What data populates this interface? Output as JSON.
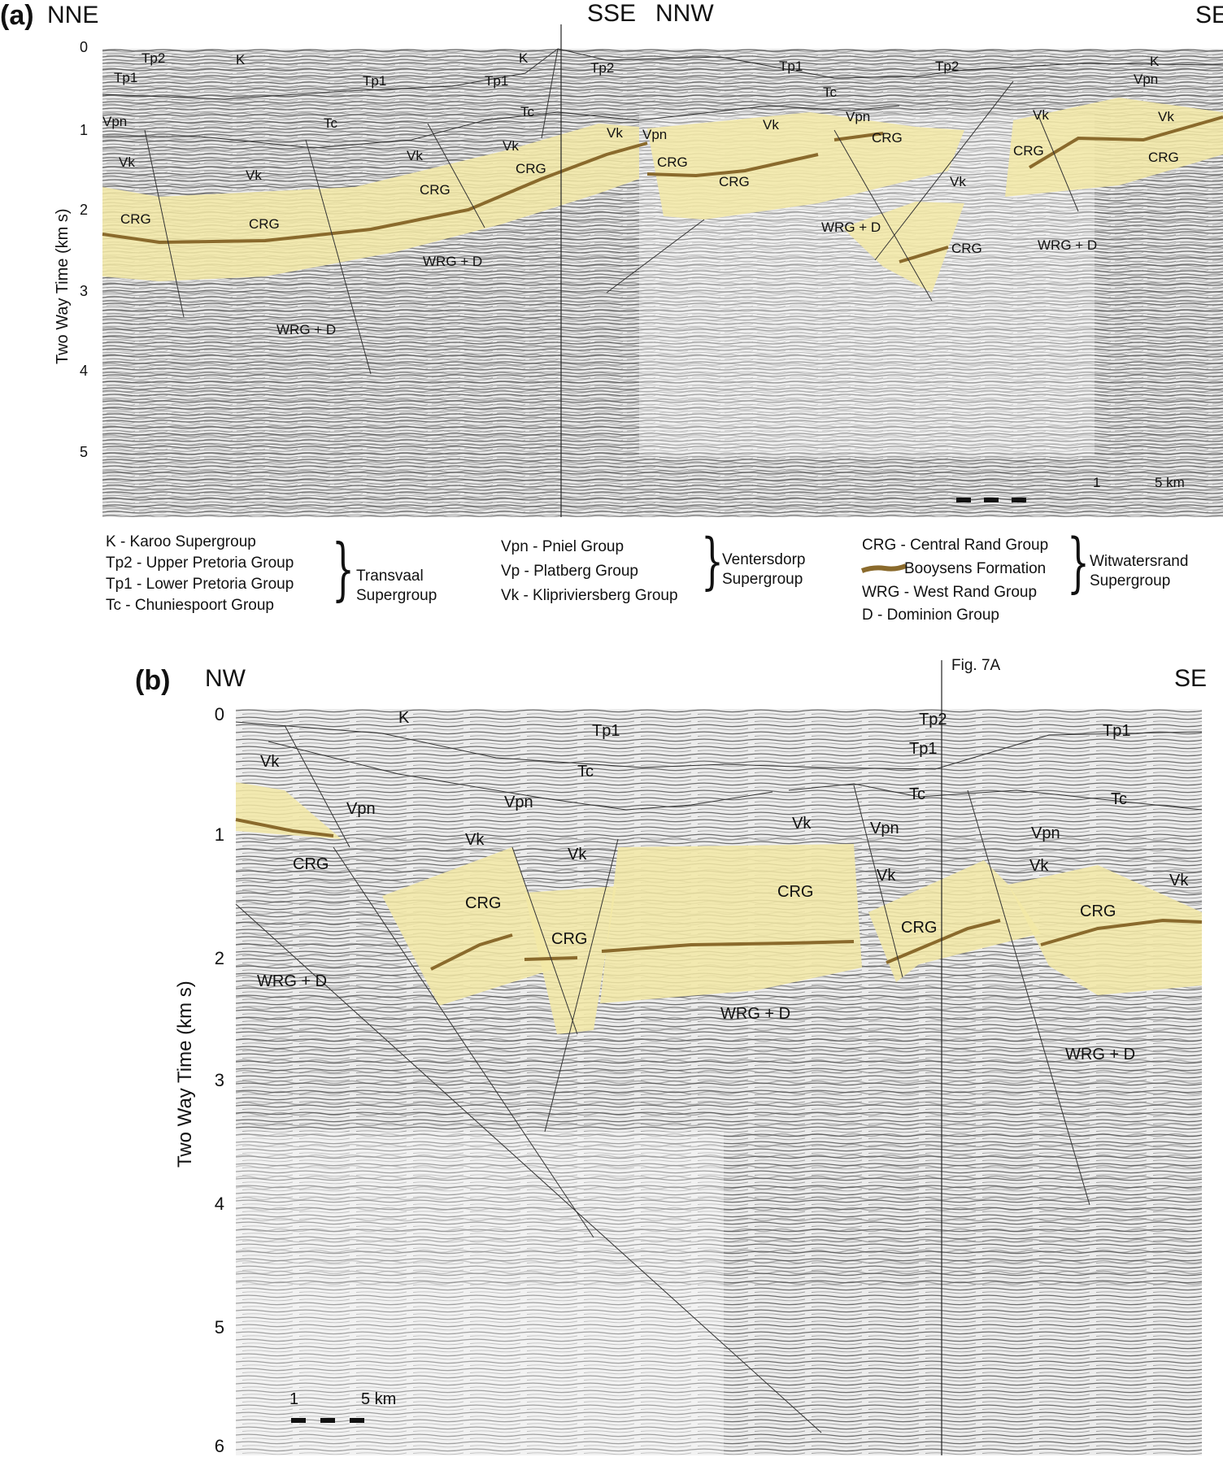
{
  "panel_a": {
    "letter": "(a)",
    "dir_left": "NNE",
    "dir_mid_left": "SSE",
    "dir_mid_right": "NNW",
    "dir_right": "SE",
    "y_axis_label": "Two Way Time (km s)",
    "y_ticks": [
      "0",
      "1",
      "2",
      "3",
      "4",
      "5"
    ],
    "scale": {
      "start": "1",
      "end": "5 km"
    },
    "units": {
      "K": "K",
      "Tp1": "Tp1",
      "Tp2": "Tp2",
      "Tc": "Tc",
      "Vpn": "Vpn",
      "Vk": "Vk",
      "CRG": "CRG",
      "WRGD": "WRG + D"
    }
  },
  "legend": {
    "k": "K - Karoo Supergroup",
    "tp2": "Tp2 - Upper Pretoria Group",
    "tp1": "Tp1 - Lower Pretoria Group",
    "tc": "Tc - Chuniespoort Group",
    "transvaal1": "Transvaal",
    "transvaal2": "Supergroup",
    "vpn": "Vpn - Pniel Group",
    "vp": "Vp - Platberg Group",
    "vk": "Vk - Klipriviersberg Group",
    "ventersdorp1": "Ventersdorp",
    "ventersdorp2": "Supergroup",
    "crg": "CRG - Central Rand Group",
    "booysens": "Booysens Formation",
    "wrg": "WRG - West Rand Group",
    "d": "D - Dominion Group",
    "witwatersrand1": "Witwatersrand",
    "witwatersrand2": "Supergroup"
  },
  "panel_b": {
    "letter": "(b)",
    "dir_left": "NW",
    "dir_right": "SE",
    "fig_ref": "Fig. 7A",
    "y_axis_label": "Two Way Time (km s)",
    "y_ticks": [
      "0",
      "1",
      "2",
      "3",
      "4",
      "5",
      "6"
    ],
    "scale": {
      "start": "1",
      "end": "5 km"
    }
  },
  "colors": {
    "crg_fill": "#f3e9a6",
    "booysens": "#8a6a2c",
    "seismic_bg": "#e6e6e6",
    "fault": "#333333"
  }
}
